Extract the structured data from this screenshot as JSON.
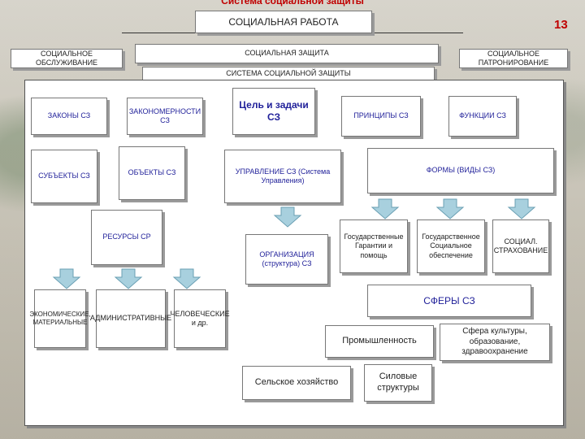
{
  "header": {
    "title": "Система социальной защиты",
    "slide_number": "13"
  },
  "boxes": {
    "social_work": "СОЦИАЛЬНАЯ РАБОТА",
    "social_service": "СОЦИАЛЬНОЕ ОБСЛУЖИВАНИЕ",
    "social_protection": "СОЦИАЛЬНАЯ ЗАЩИТА",
    "social_patronage": "СОЦИАЛЬНОЕ ПАТРОНИРОВАНИЕ",
    "system": "СИСТЕМА СОЦИАЛЬНОЙ ЗАЩИТЫ",
    "laws": "ЗАКОНЫ СЗ",
    "regularities": "ЗАКОНОМЕРНОСТИ СЗ",
    "goal": "Цель и задачи СЗ",
    "principles": "ПРИНЦИПЫ СЗ",
    "functions": "ФУНКЦИИ СЗ",
    "subjects": "СУБЪЕКТЫ СЗ",
    "objects": "ОБЪЕКТЫ СЗ",
    "management": "УПРАВЛЕНИЕ СЗ (Система Управления)",
    "forms": "ФОРМЫ (ВИДЫ СЗ)",
    "resources": "РЕСУРСЫ СР",
    "organization": "ОРГАНИЗАЦИЯ (структура) СЗ",
    "state_guarantees": "Государственные Гарантии и помощь",
    "state_security": "Государственное Социальное обеспечение",
    "social_insurance": "СОЦИАЛ. СТРАХОВАНИЕ",
    "economic": "ЭКОНОМИЧЕСКИЕ, МАТЕРИАЛЬНЫЕ",
    "administrative": "АДМИНИСТРАТИВНЫЕ",
    "human": "ЧЕЛОВЕЧЕСКИЕ и др.",
    "spheres": "СФЕРЫ СЗ",
    "industry": "Промышленность",
    "culture": "Сфера культуры, образование, здравоохранение",
    "agriculture": "Сельское хозяйство",
    "power": "Силовые структуры"
  },
  "colors": {
    "text_blue": "#1f1f99",
    "accent_red": "#c00000",
    "arrow_fill": "#a8d0de",
    "arrow_stroke": "#6a9fb3"
  }
}
